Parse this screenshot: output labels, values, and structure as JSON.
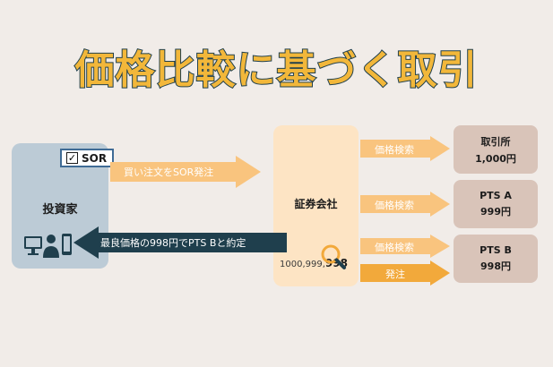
{
  "title": "価格比較に基づく取引",
  "investor": {
    "label": "投資家"
  },
  "sor_badge": {
    "label": "SOR"
  },
  "securities_company": {
    "label": "証券会社",
    "price_prefix": "1000,999,",
    "price_best": "998"
  },
  "arrows": {
    "buy_order": "買い注文をSOR発注",
    "result": "最良価格の998円でPTS Bと約定",
    "price_search_1": "価格検索",
    "price_search_2": "価格検索",
    "price_search_3": "価格検索",
    "order": "発注"
  },
  "venues": [
    {
      "name": "取引所",
      "price": "1,000円"
    },
    {
      "name": "PTS A",
      "price": "999円"
    },
    {
      "name": "PTS B",
      "price": "998円"
    }
  ],
  "colors": {
    "title_fill": "#f2b73a",
    "title_stroke": "#1f3f4d",
    "arrow_light": "#f9c47e",
    "arrow_strong": "#f2a93b",
    "arrow_dark": "#1f3f4d",
    "investor_box": "#bccbd6",
    "securities_box": "#fde4c4",
    "venue_box": "#d9c4b9"
  }
}
